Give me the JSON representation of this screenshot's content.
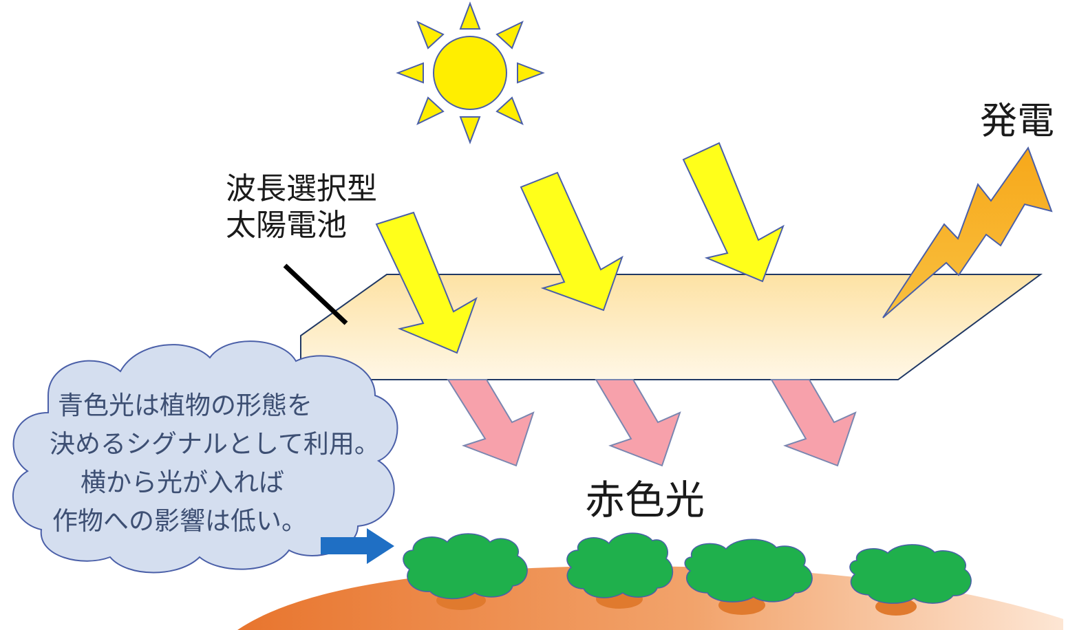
{
  "labels": {
    "solar_cell_line1": "波長選択型",
    "solar_cell_line2": "太陽電池",
    "power_generation": "発電",
    "red_light": "赤色光"
  },
  "cloud_note": {
    "lines": [
      "青色光は植物の形態を",
      "決めるシグナルとして利用。",
      "横から光が入れば",
      "作物への影響は低い。"
    ]
  },
  "colors": {
    "sun": "#ffee00",
    "sun_stroke": "#4a5fa8",
    "incoming_light": "#ffff1a",
    "transmitted_red_light": "#f7a1ab",
    "panel_top": "#fde3a6",
    "panel_bottom": "#fff6e2",
    "lightning": "#f5b21b",
    "cloud": "#d4deef",
    "side_light_arrow": "#1f6fc4",
    "plant_foliage": "#1fb04c",
    "plant_root": "#e07a2e",
    "soil": "#ec8a3f"
  },
  "icons": {
    "sun": "sun-icon",
    "power": "lightning-icon",
    "side_light": "arrow-right-icon"
  }
}
